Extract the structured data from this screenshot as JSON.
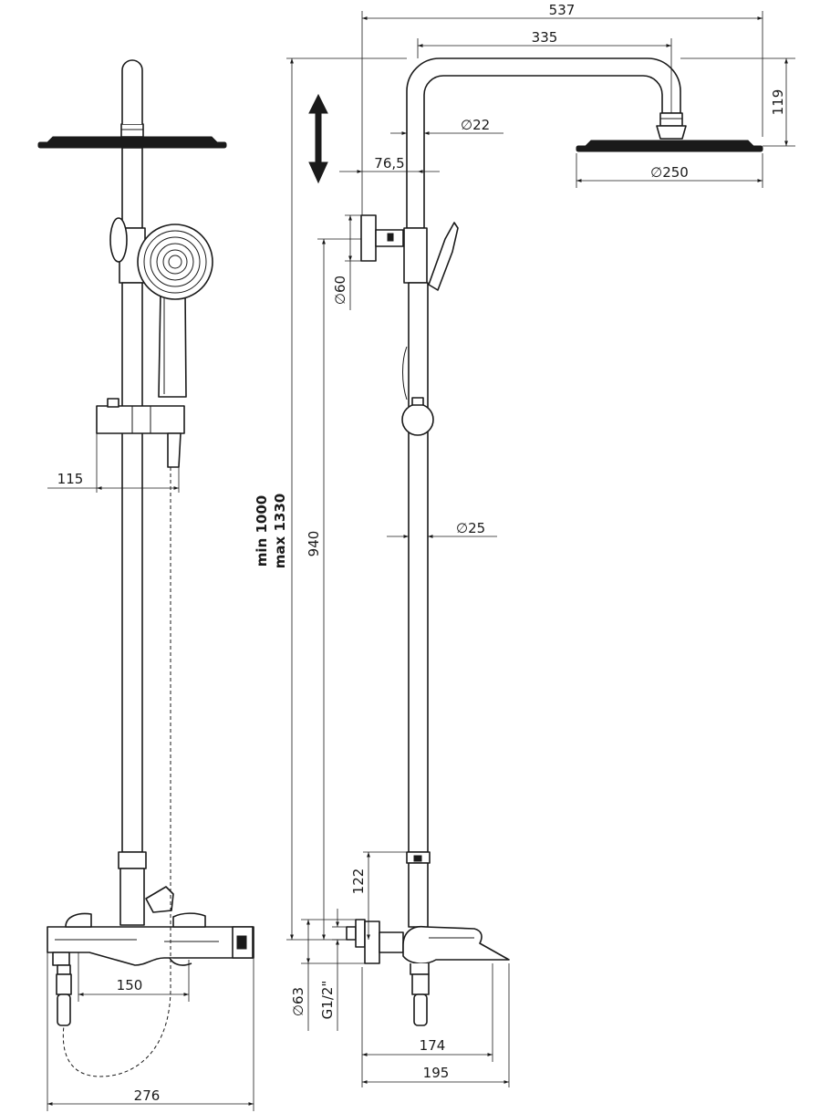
{
  "dimensions": {
    "overall_width": "537",
    "arm_length": "335",
    "head_height": "119",
    "arm_diameter": "∅22",
    "offset": "76,5",
    "head_diameter": "∅250",
    "escutcheon_diameter": "∅60",
    "column_length": "940",
    "column_diameter": "∅25",
    "slider_offset": "115",
    "height_range_min": "min 1000",
    "height_range_max": "max 1330",
    "connection_height": "122",
    "inlet_escutcheon_diameter": "∅63",
    "thread_size": "G1/2\"",
    "centers": "150",
    "spout_projection": "174",
    "total_projection": "195",
    "mixer_width": "276"
  }
}
